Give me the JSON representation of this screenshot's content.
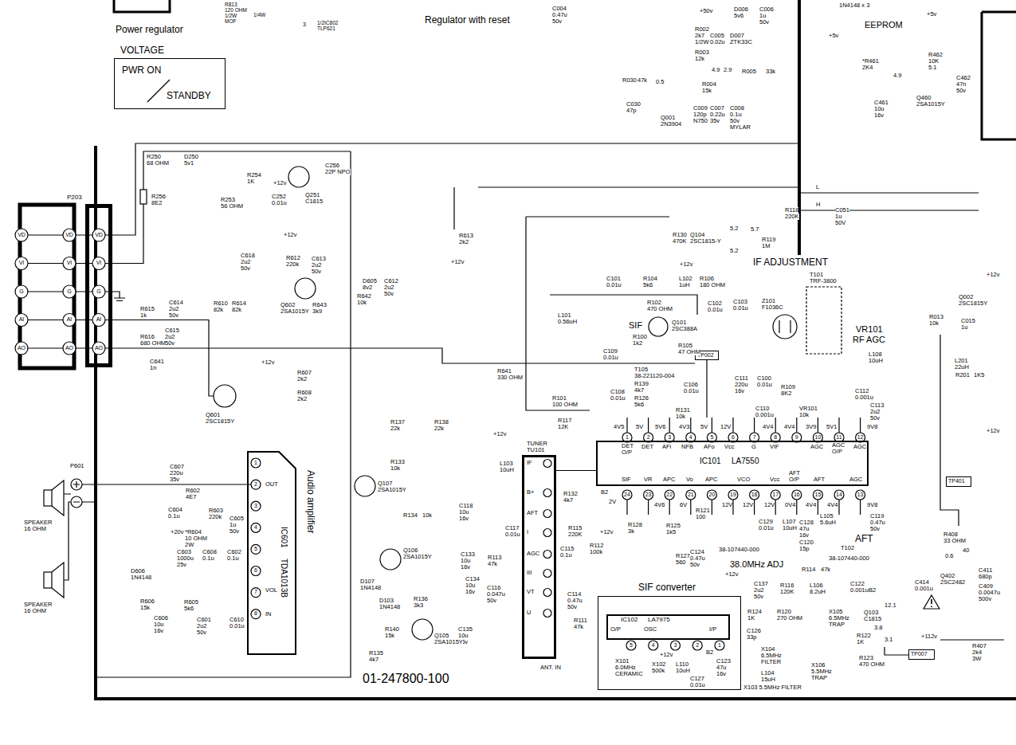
{
  "diagram": {
    "nodes": [
      {
        "text": [
          "VOLTAGE",
          "PWR ON",
          "STANDBY"
        ]
      },
      {
        "text": [
          "P203"
        ]
      },
      {
        "text": [
          "TP002"
        ]
      },
      {
        "text": [
          "TUNER",
          "TU101"
        ]
      },
      {
        "text": [
          "IC101",
          "LA7550"
        ]
      },
      {
        "text": [
          "SIF converter"
        ]
      },
      {
        "text": [
          "IC102",
          "LA7975"
        ],
        "in": 5
      },
      {
        "text": [
          "IC601",
          "TDA1013B"
        ]
      },
      {
        "text": [
          "TP401"
        ]
      },
      {
        "text": [
          "TP007"
        ]
      }
    ],
    "edges": [
      {
        "from": 3,
        "to": 4,
        "arrow": "none"
      }
    ],
    "labels": [
      "Power regulator",
      "R813",
      "120 OHM",
      "1/2W",
      "MOF",
      "1/4W",
      "3",
      "1/2IC802",
      "TLP621",
      "Regulator with reset",
      "C004",
      "0.47u",
      "50v",
      "+50v",
      "D006",
      "5v6",
      "C006",
      "1u",
      "50v",
      "1N4148 x 3",
      "+5v",
      "EEPROM",
      "+5v",
      "R002",
      "2k7",
      "1/2W",
      "C005",
      "0.02u",
      "D007",
      "ZTK33C",
      "R003",
      "12k",
      "4.9",
      "2.9",
      "R005",
      "33k",
      "R030",
      "47k",
      "0.5",
      "Q001",
      "2N3904",
      "C030",
      "47p",
      "R004",
      "15k",
      "C009",
      "120p",
      "N750",
      "C007",
      "0.22u",
      "35v",
      "C008",
      "0.1u",
      "50v",
      "MYLAR",
      "*R461",
      "2K4",
      "R462",
      "10K",
      "5.1",
      "4.9",
      "C462",
      "47n",
      "50v",
      "Q460",
      "2SA1015Y",
      "C461",
      "10u",
      "16v",
      "R250",
      "68 OHM",
      "D250",
      "5v1",
      "R256",
      "8E2",
      "R254",
      "1K",
      "R253",
      "56 OHM",
      "+12v",
      "C256",
      "22P NPO",
      "C252",
      "0.01u",
      "Q251",
      "C1815",
      "VD",
      "VI",
      "G",
      "AI",
      "AO",
      "VD",
      "VI",
      "G",
      "AI",
      "AO",
      "VD",
      "VI",
      "G",
      "AI",
      "AO",
      "R613",
      "2k2",
      "+12v",
      "D605",
      "8v2",
      "C612",
      "2u2",
      "50v",
      "+12v",
      "C618",
      "2u2",
      "50v",
      "R612",
      "220k",
      "C613",
      "2u2",
      "50v",
      "R642",
      "10k",
      "R615",
      "1k",
      "C614",
      "2u2",
      "50v",
      "R610",
      "82k",
      "R614",
      "82k",
      "Q602",
      "2SA1015Y",
      "R643",
      "3k9",
      "C615",
      "2u2",
      "50v",
      "R616",
      "680 OHM",
      "C641",
      "1n",
      "+12v",
      "R607",
      "2k2",
      "R608",
      "2k2",
      "Q601",
      "2SC1815Y",
      "R641",
      "330 OHM",
      "IF ADJUSTMENT",
      "T101",
      "TRF-3800",
      "VR101",
      "RF AGC",
      "R118",
      "220K",
      "C051",
      "1u",
      "50V",
      "R130",
      "470K",
      "Q104",
      "2SC1815-Y",
      "5.2",
      "5.7",
      "5.2",
      "R119",
      "1M",
      "+12v",
      "C101",
      "0.01u",
      "R104",
      "5k6",
      "L102",
      "1uH",
      "R106",
      "180 OHM",
      "L101",
      "0.56uH",
      "R102",
      "470 OHM",
      "C102",
      "0.01u",
      "C103",
      "0.01u",
      "Z101",
      "F1036C",
      "Q101",
      "2SC388A",
      "SIF",
      "R100",
      "1k2",
      "R105",
      "47 OHM",
      "L108",
      "10uH",
      "T105",
      "38-221120-004",
      "C109",
      "0.01u",
      "R139",
      "4k7",
      "C108",
      "0.01u",
      "R126",
      "5k6",
      "C106",
      "0.01u",
      "R131",
      "10k",
      "C111",
      "220u",
      "16v",
      "C100",
      "0.01u",
      "R109",
      "8K2",
      "C112",
      "0.001u",
      "C110",
      "0.001u",
      "VR101",
      "10k",
      "C113",
      "2u2",
      "50v",
      "R101",
      "100 OHM",
      "R117",
      "12K",
      "4V5",
      "5V",
      "5V6",
      "4V3",
      "5V",
      "12V",
      "4V4",
      "4V4",
      "3V9",
      "5V1",
      "9V8",
      "1",
      "2",
      "3",
      "4",
      "5",
      "6",
      "7",
      "8",
      "9",
      "10",
      "11",
      "12",
      "DET",
      "O/P",
      "DET",
      "AFi",
      "NFB",
      "AFo",
      "Vcc",
      "G",
      "VIF",
      "AGC",
      "AGC",
      "O/P",
      "AGC",
      "SIF",
      "VR",
      "APC",
      "Vo",
      "APC",
      "VCO",
      "Vcc",
      "AFT",
      "O/P",
      "AFT",
      "AGC",
      "24",
      "23",
      "22",
      "21",
      "20",
      "19",
      "18",
      "17",
      "16",
      "15",
      "14",
      "13",
      "B2",
      "2V",
      "4V6",
      "6V",
      "12V",
      "12V",
      "12V",
      "0V4",
      "4V4",
      "4V4",
      "9V8",
      "R128",
      "3k",
      "R121",
      "100",
      "R125",
      "1k5",
      "R127",
      "560",
      "C124",
      "0.47u",
      "50v",
      "38-107440-000",
      "C129",
      "0.01u",
      "L107",
      "10uH",
      "C128",
      "47u",
      "16v",
      "L105",
      "5.6uH",
      "C120",
      "15p",
      "T102",
      "38-107440-000",
      "AFT",
      "38.0MHz ADJ",
      "C119",
      "0.47u",
      "50v",
      "+12v",
      "R114",
      "47k",
      "C137",
      "2u2",
      "50v",
      "R116",
      "120K",
      "L106",
      "8.2uH",
      "C122",
      "0.001u",
      "B2",
      "R124",
      "1K",
      "R120",
      "270 OHM",
      "X105",
      "6.5MHz",
      "TRAP",
      "Q103",
      "C1815",
      "12.1",
      "3.8",
      "3.1",
      "C126",
      "33p",
      "X104",
      "6.5MHz",
      "FILTER",
      "R122",
      "1K",
      "R123",
      "470 OHM",
      "X106",
      "5.5MHz",
      "TRAP",
      "L104",
      "15uH",
      "X103 5.5MHz FILTER",
      "O/P",
      "OSC",
      "I/P",
      "5",
      "4",
      "3",
      "2",
      "1",
      "X101",
      "6.0MHz",
      "CERAMIC",
      "X102",
      "500k",
      "+12v",
      "L110",
      "10uH",
      "C127",
      "0.01u",
      "B2",
      "C123",
      "47u",
      "16v",
      "+12v",
      "L103",
      "10uH",
      "C118",
      "10u",
      "16v",
      "C117",
      "0.01u",
      "IF",
      "B+",
      "AFT",
      "I",
      "AGC",
      "III",
      "VT",
      "U",
      "ANT. IN",
      "R132",
      "4k7",
      "R115",
      "220K",
      "+12v",
      "R112",
      "100k",
      "C115",
      "0.1u",
      "R113",
      "47k",
      "C133",
      "10u",
      "16v",
      "C134",
      "10u",
      "16v",
      "C116",
      "0.047u",
      "50v",
      "C114",
      "0.47u",
      "50v",
      "R111",
      "47k",
      "C135",
      "10u",
      "16v",
      "R137",
      "22k",
      "R138",
      "22k",
      "R133",
      "10k",
      "Q107",
      "2SA1015Y",
      "R134",
      "10k",
      "Q106",
      "2SA1015Y",
      "D107",
      "1N4148",
      "D103",
      "1N4148",
      "R136",
      "3k3",
      "Q105",
      "2SA1015Y",
      "R140",
      "15k",
      "R135",
      "4k7",
      "P601",
      "C607",
      "220u",
      "35v",
      "R602",
      "4E7",
      "C604",
      "0.1u",
      "R603",
      "220k",
      "C605",
      "1u",
      "50v",
      "+20v",
      "*R604",
      "10 OHM",
      "2W",
      "C603",
      "1000u",
      "25v",
      "C608",
      "0.1u",
      "C602",
      "0.1u",
      "D606",
      "1N4148",
      "R606",
      "15k",
      "R605",
      "5k6",
      "C606",
      "10u",
      "16v",
      "C601",
      "2u2",
      "50v",
      "C610",
      "0.01u",
      "SPEAKER",
      "16 OHM",
      "SPEAKER",
      "16 OHM",
      "01-247800-100",
      "Audio amplifier",
      "1",
      "2",
      "3",
      "4",
      "5",
      "6",
      "7",
      "8",
      "OUT",
      "VOL",
      "IN",
      "Q002",
      "2SC1815Y",
      "+12v",
      "R013",
      "10k",
      "C015",
      "1u",
      "L201",
      "22uH",
      "R201",
      "1K5",
      "+12v",
      "R408",
      "33 OHM",
      "0.6",
      "40",
      "C411",
      "680p",
      "Q402",
      "2SC2482",
      "C414",
      "0.001u",
      "C409",
      "0.0047u",
      "500v",
      "+112v",
      "R407",
      "2k4",
      "3W",
      "L",
      "H"
    ]
  }
}
